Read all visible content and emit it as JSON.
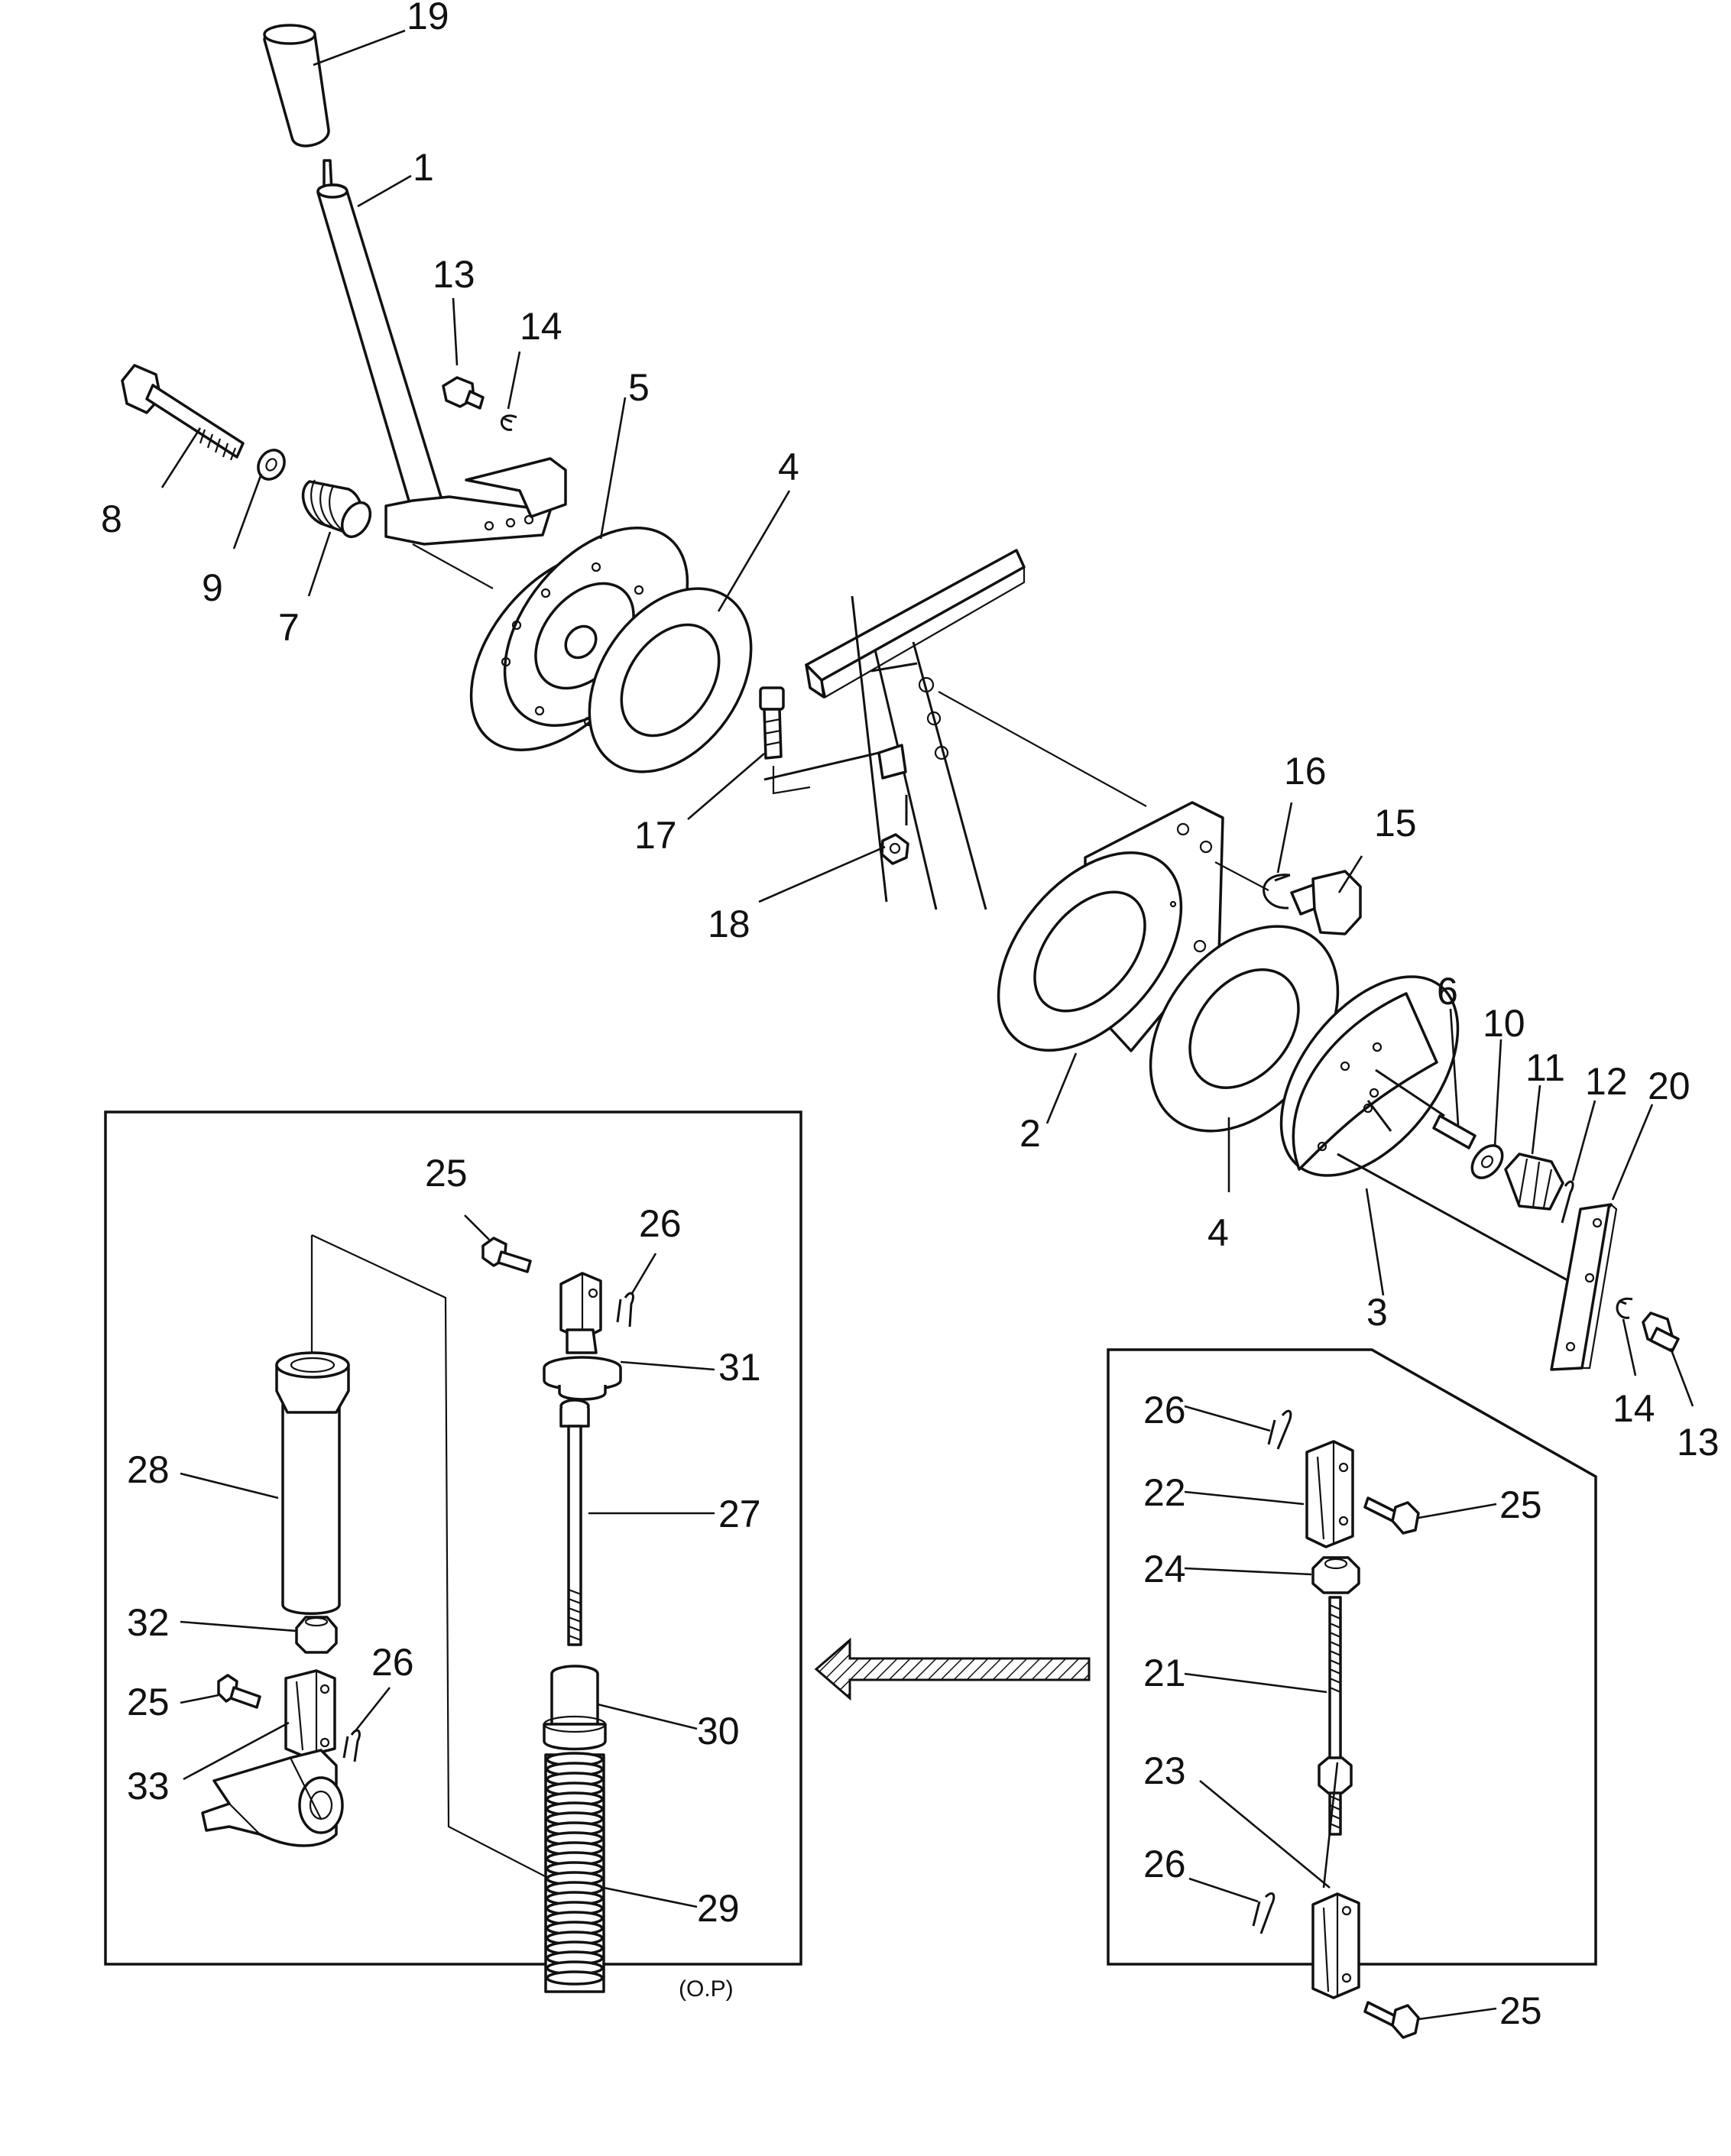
{
  "diagram": {
    "footer_note": "(O.P)",
    "callouts": {
      "c1": "1",
      "c2": "2",
      "c3": "3",
      "c4a": "4",
      "c4b": "4",
      "c5": "5",
      "c6": "6",
      "c7": "7",
      "c8": "8",
      "c9": "9",
      "c10": "10",
      "c11": "11",
      "c12": "12",
      "c13a": "13",
      "c13b": "13",
      "c14a": "14",
      "c14b": "14",
      "c15": "15",
      "c16": "16",
      "c17": "17",
      "c18": "18",
      "c19": "19",
      "c20": "20",
      "c21": "21",
      "c22": "22",
      "c23": "23",
      "c24": "24",
      "c25a": "25",
      "c25b": "25",
      "c25c": "25",
      "c25d": "25",
      "c26a": "26",
      "c26b": "26",
      "c26c": "26",
      "c26d": "26",
      "c27": "27",
      "c28": "28",
      "c29": "29",
      "c30": "30",
      "c31": "31",
      "c32": "32",
      "c33": "33"
    }
  }
}
